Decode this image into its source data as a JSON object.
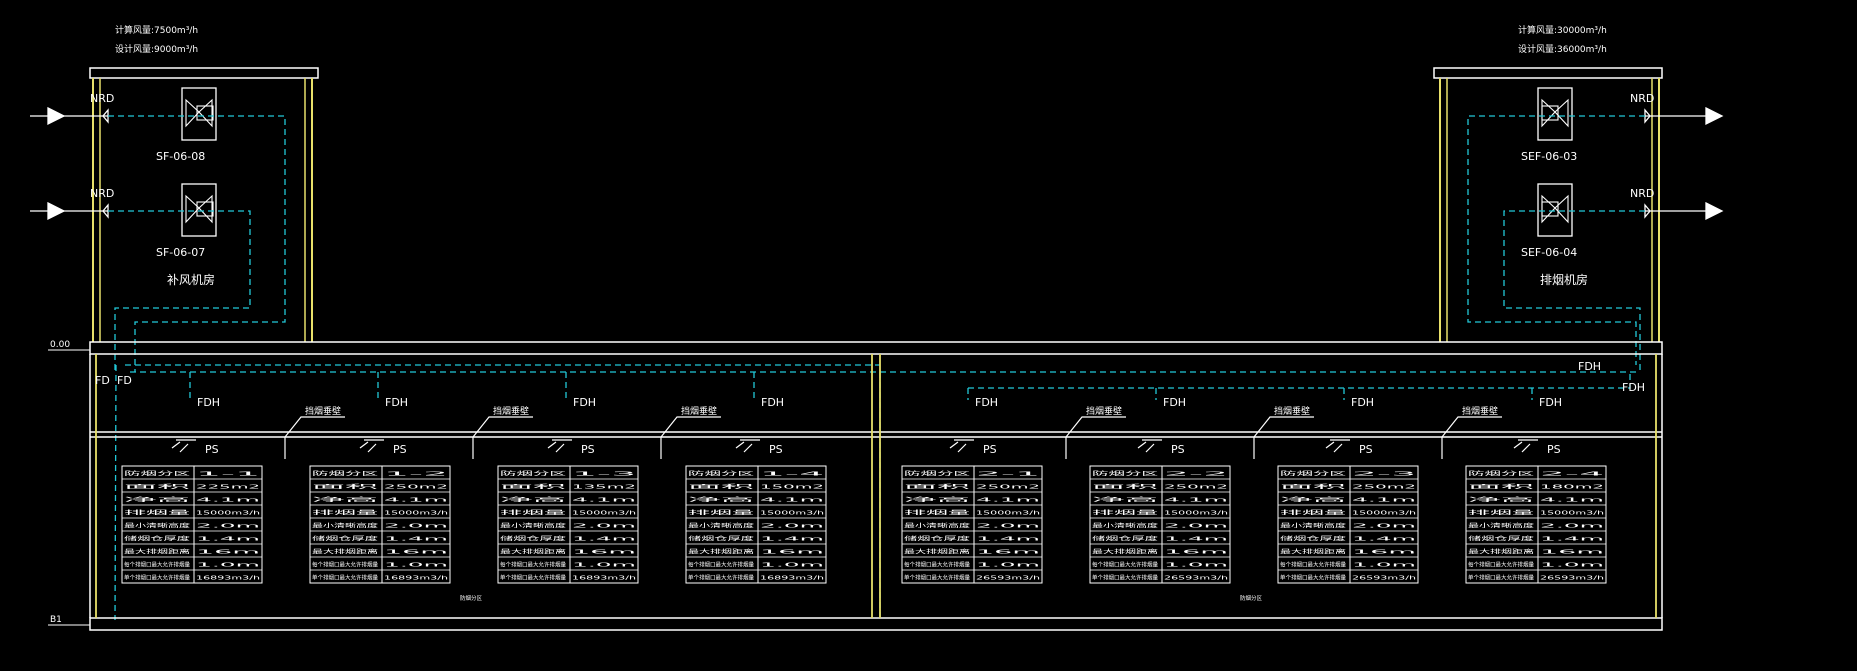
{
  "annotations": {
    "left_calc": "计算风量:7500m³/h",
    "left_design": "设计风量:9000m³/h",
    "right_calc": "计算风量:30000m³/h",
    "right_design": "设计风量:36000m³/h"
  },
  "levels": {
    "ground": "0.00",
    "basement": "B1"
  },
  "rooms": {
    "left": "补风机房",
    "right": "排烟机房"
  },
  "fans": {
    "sf08": "SF-06-08",
    "sf07": "SF-06-07",
    "sef03": "SEF-06-03",
    "sef04": "SEF-06-04"
  },
  "valves": {
    "nrd": "NRD",
    "fd": "FD",
    "fdh": "FDH",
    "ps": "PS"
  },
  "zones": {
    "left": "防烟分区",
    "right": "防烟分区"
  },
  "hanging_wall": "挡烟垂壁",
  "partition_tables": [
    {
      "rows": [
        [
          "防烟分区",
          "1-1"
        ],
        [
          "面积",
          "225m2"
        ],
        [
          "净高",
          "4.1m"
        ],
        [
          "排烟量",
          "15000m3/h"
        ],
        [
          "最小清晰高度",
          "2.0m"
        ],
        [
          "储烟仓厚度",
          "1.4m"
        ],
        [
          "最大排烟距离",
          "16m"
        ],
        [
          "每个排烟口最大允许排烟量",
          "1.0m"
        ],
        [
          "单个排烟口最大允许排烟量",
          "16893m3/h"
        ]
      ]
    },
    {
      "rows": [
        [
          "防烟分区",
          "1-2"
        ],
        [
          "面积",
          "250m2"
        ],
        [
          "净高",
          "4.1m"
        ],
        [
          "排烟量",
          "15000m3/h"
        ],
        [
          "最小清晰高度",
          "2.0m"
        ],
        [
          "储烟仓厚度",
          "1.4m"
        ],
        [
          "最大排烟距离",
          "16m"
        ],
        [
          "每个排烟口最大允许排烟量",
          "1.0m"
        ],
        [
          "单个排烟口最大允许排烟量",
          "16893m3/h"
        ]
      ]
    },
    {
      "rows": [
        [
          "防烟分区",
          "1-3"
        ],
        [
          "面积",
          "135m2"
        ],
        [
          "净高",
          "4.1m"
        ],
        [
          "排烟量",
          "15000m3/h"
        ],
        [
          "最小清晰高度",
          "2.0m"
        ],
        [
          "储烟仓厚度",
          "1.4m"
        ],
        [
          "最大排烟距离",
          "16m"
        ],
        [
          "每个排烟口最大允许排烟量",
          "1.0m"
        ],
        [
          "单个排烟口最大允许排烟量",
          "16893m3/h"
        ]
      ]
    },
    {
      "rows": [
        [
          "防烟分区",
          "1-4"
        ],
        [
          "面积",
          "150m2"
        ],
        [
          "净高",
          "4.1m"
        ],
        [
          "排烟量",
          "15000m3/h"
        ],
        [
          "最小清晰高度",
          "2.0m"
        ],
        [
          "储烟仓厚度",
          "1.4m"
        ],
        [
          "最大排烟距离",
          "16m"
        ],
        [
          "每个排烟口最大允许排烟量",
          "1.0m"
        ],
        [
          "单个排烟口最大允许排烟量",
          "16893m3/h"
        ]
      ]
    },
    {
      "rows": [
        [
          "防烟分区",
          "2-1"
        ],
        [
          "面积",
          "250m2"
        ],
        [
          "净高",
          "4.1m"
        ],
        [
          "排烟量",
          "15000m3/h"
        ],
        [
          "最小清晰高度",
          "2.0m"
        ],
        [
          "储烟仓厚度",
          "1.4m"
        ],
        [
          "最大排烟距离",
          "16m"
        ],
        [
          "每个排烟口最大允许排烟量",
          "1.0m"
        ],
        [
          "单个排烟口最大允许排烟量",
          "26593m3/h"
        ]
      ]
    },
    {
      "rows": [
        [
          "防烟分区",
          "2-2"
        ],
        [
          "面积",
          "250m2"
        ],
        [
          "净高",
          "4.1m"
        ],
        [
          "排烟量",
          "15000m3/h"
        ],
        [
          "最小清晰高度",
          "2.0m"
        ],
        [
          "储烟仓厚度",
          "1.4m"
        ],
        [
          "最大排烟距离",
          "16m"
        ],
        [
          "每个排烟口最大允许排烟量",
          "1.0m"
        ],
        [
          "单个排烟口最大允许排烟量",
          "26593m3/h"
        ]
      ]
    },
    {
      "rows": [
        [
          "防烟分区",
          "2-3"
        ],
        [
          "面积",
          "250m2"
        ],
        [
          "净高",
          "4.1m"
        ],
        [
          "排烟量",
          "15000m3/h"
        ],
        [
          "最小清晰高度",
          "2.0m"
        ],
        [
          "储烟仓厚度",
          "1.4m"
        ],
        [
          "最大排烟距离",
          "16m"
        ],
        [
          "每个排烟口最大允许排烟量",
          "1.0m"
        ],
        [
          "单个排烟口最大允许排烟量",
          "26593m3/h"
        ]
      ]
    },
    {
      "rows": [
        [
          "防烟分区",
          "2-4"
        ],
        [
          "面积",
          "180m2"
        ],
        [
          "净高",
          "4.1m"
        ],
        [
          "排烟量",
          "15000m3/h"
        ],
        [
          "最小清晰高度",
          "2.0m"
        ],
        [
          "储烟仓厚度",
          "1.4m"
        ],
        [
          "最大排烟距离",
          "16m"
        ],
        [
          "每个排烟口最大允许排烟量",
          "1.0m"
        ],
        [
          "单个排烟口最大允许排烟量",
          "26593m3/h"
        ]
      ]
    }
  ],
  "colors": {
    "wall": "#e8e06a",
    "duct": "#22c8d8",
    "line": "#ffffff",
    "background": "#000000"
  }
}
